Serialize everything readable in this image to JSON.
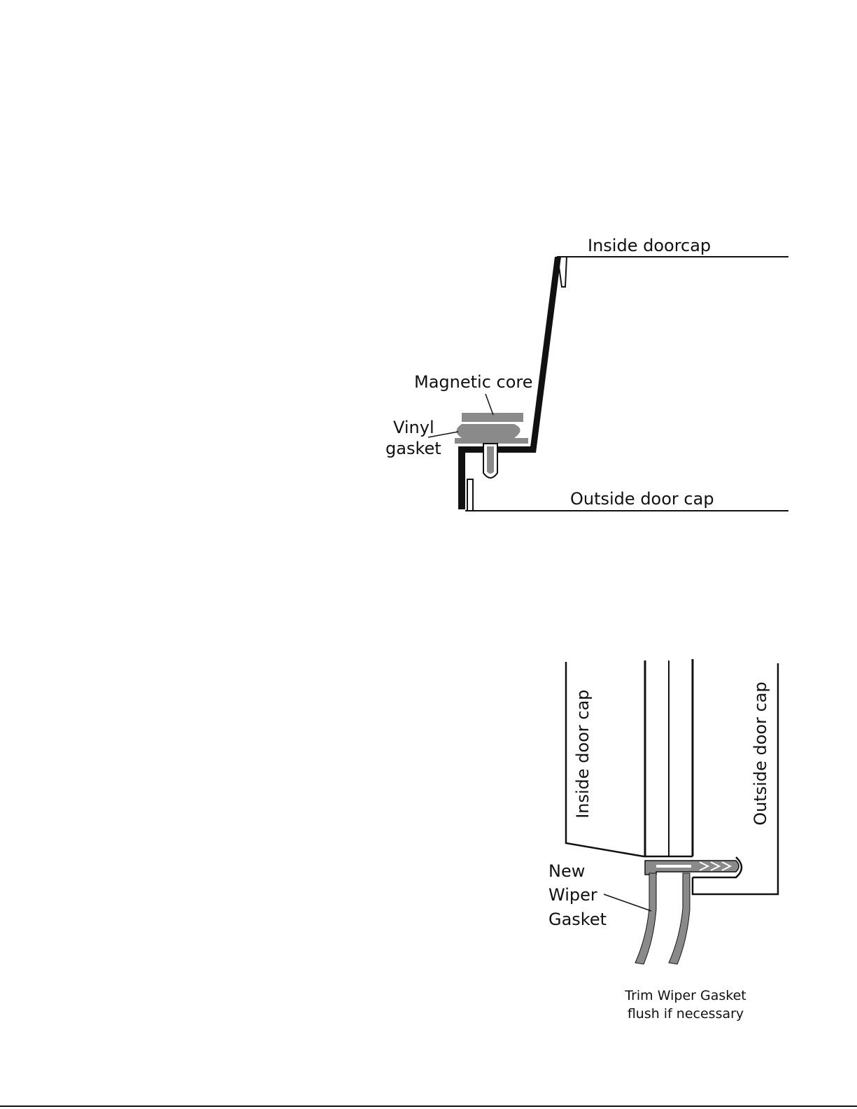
{
  "colors": {
    "line": "#111111",
    "gasket_gray": "#8a8a8a"
  },
  "diagram1": {
    "inside_doorcap": "Inside doorcap",
    "magnetic_core": "Magnetic core",
    "vinyl_gasket_line1": "Vinyl",
    "vinyl_gasket_line2": "gasket",
    "outside_door_cap": "Outside door cap"
  },
  "diagram2": {
    "inside_door_cap": "Inside door cap",
    "outside_door_cap": "Outside door cap",
    "new": "New",
    "wiper": "Wiper",
    "gasket": "Gasket",
    "trim_line1": "Trim Wiper Gasket",
    "trim_line2": "flush if necessary"
  }
}
